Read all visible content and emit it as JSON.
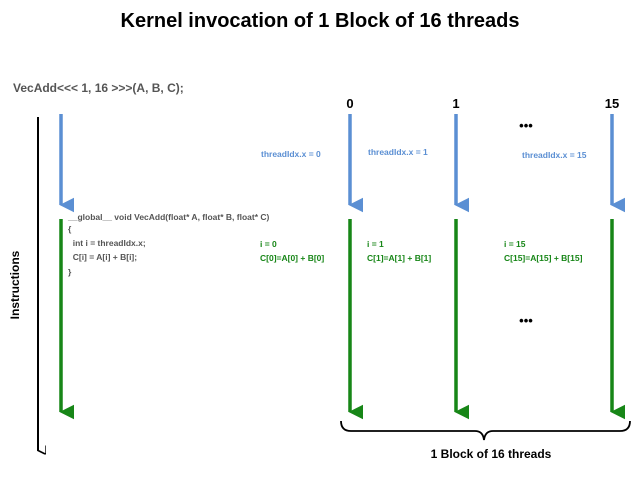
{
  "title": "Kernel invocation of 1 Block of 16 threads",
  "launch_call": "VecAdd<<< 1, 16 >>>(A, B, C);",
  "instructions_label": "Instructions",
  "code_lines": [
    "__global__ void VecAdd(float* A, float* B, float* C)",
    "{",
    "  int i = threadIdx.x;",
    "  C[i] = A[i] + B[i];",
    "}"
  ],
  "threads": [
    {
      "number": "0",
      "thread_idx": "threadIdx.x = 0",
      "i_line": "i = 0",
      "c_line": "C[0]=A[0] + B[0]"
    },
    {
      "number": "1",
      "thread_idx": "threadIdx.x = 1",
      "i_line": "i = 1",
      "c_line": "C[1]=A[1] + B[1]"
    },
    {
      "number": "15",
      "thread_idx": "threadIdx.x = 15",
      "i_line": "i = 15",
      "c_line": "C[15]=A[15] + B[15]"
    }
  ],
  "ellipsis": "•••",
  "block_label": "1 Block of 16 threads",
  "colors": {
    "blue": "#5b8fd3",
    "green": "#178617",
    "text": "#000000",
    "gray_text": "#555555"
  }
}
